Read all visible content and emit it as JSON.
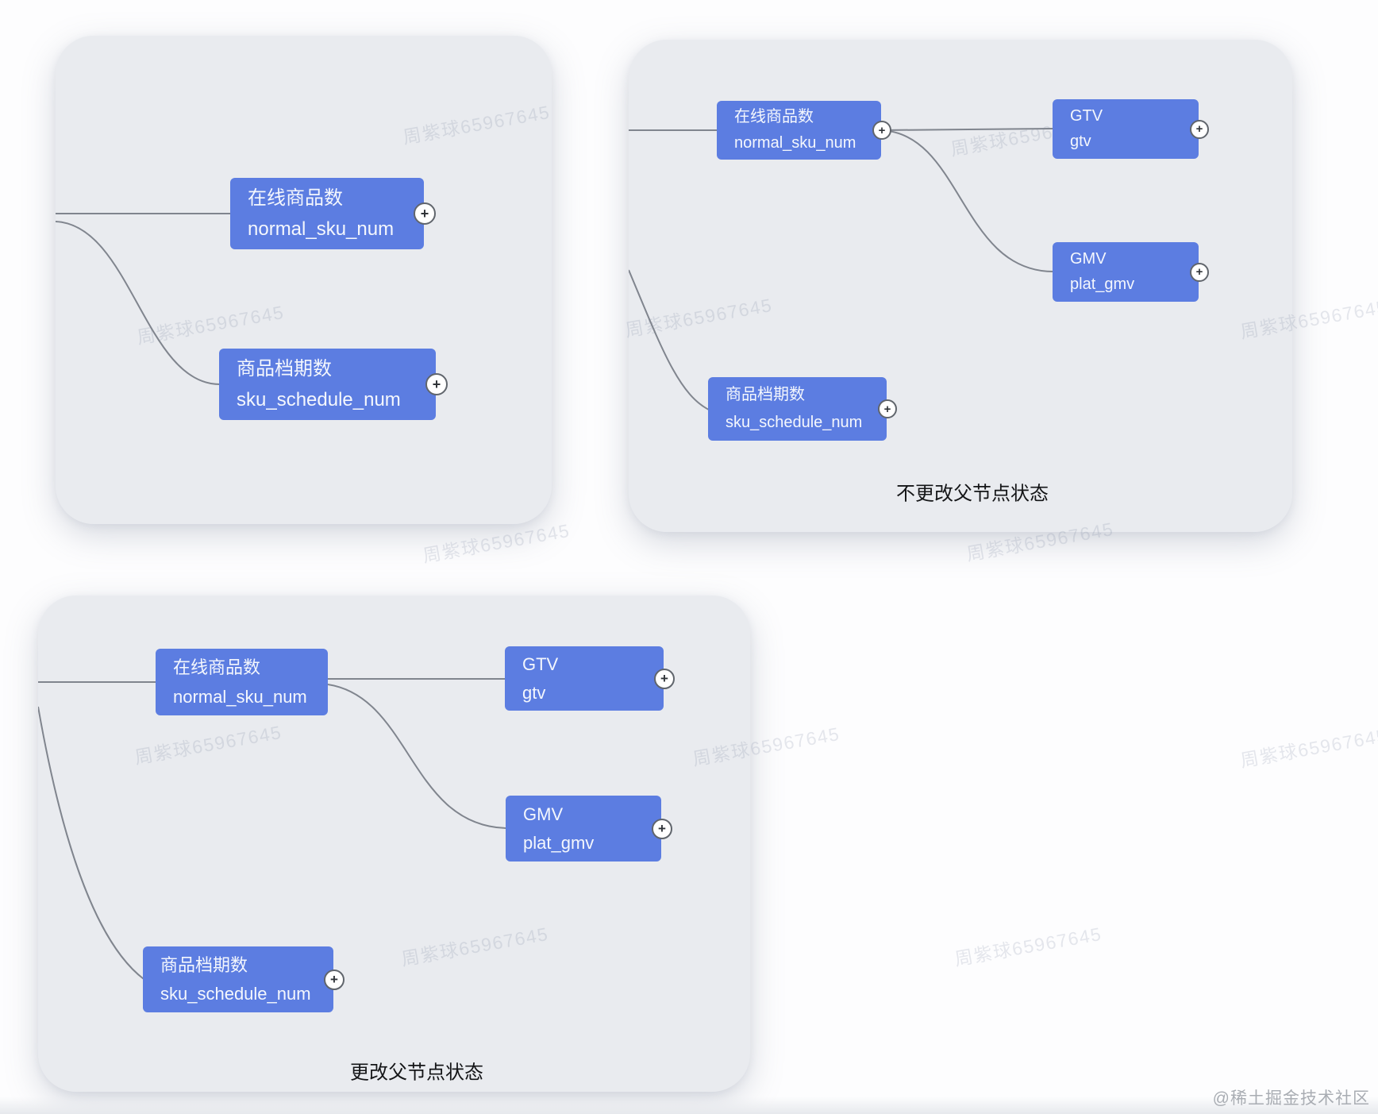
{
  "watermark": {
    "text": "周紫球65967645"
  },
  "credit": {
    "text": "@稀土掘金技术社区"
  },
  "ui": {
    "plus_glyph": "+"
  },
  "colors": {
    "node_fill": "#5c7de1",
    "panel_bg": "#e9ebef",
    "edge": "#80858e",
    "node_text": "#f4f7fd",
    "caption_text": "#141517"
  },
  "panels": [
    {
      "caption": "",
      "nodes": [
        {
          "title": "在线商品数",
          "id": "normal_sku_num"
        },
        {
          "title": "商品档期数",
          "id": "sku_schedule_num"
        }
      ]
    },
    {
      "caption": "不更改父节点状态",
      "nodes": [
        {
          "title": "在线商品数",
          "id": "normal_sku_num"
        },
        {
          "title": "GTV",
          "id": "gtv"
        },
        {
          "title": "GMV",
          "id": "plat_gmv"
        },
        {
          "title": "商品档期数",
          "id": "sku_schedule_num"
        }
      ]
    },
    {
      "caption": "更改父节点状态",
      "nodes": [
        {
          "title": "在线商品数",
          "id": "normal_sku_num"
        },
        {
          "title": "GTV",
          "id": "gtv"
        },
        {
          "title": "GMV",
          "id": "plat_gmv"
        },
        {
          "title": "商品档期数",
          "id": "sku_schedule_num"
        }
      ]
    }
  ]
}
